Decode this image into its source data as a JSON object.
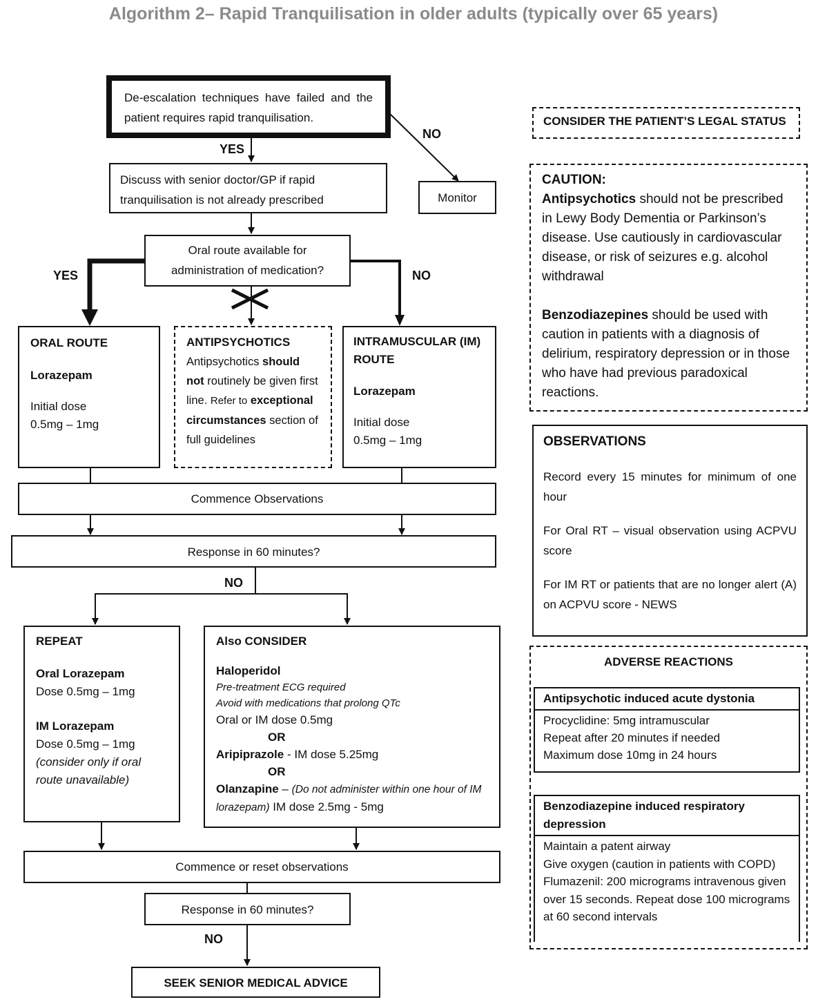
{
  "title": "Algorithm 2– Rapid Tranquilisation in older adults (typically over 65 years)",
  "flow": {
    "start": "De-escalation techniques have failed and the patient requires rapid tranquilisation.",
    "yes1": "YES",
    "no1": "NO",
    "monitor": "Monitor",
    "discuss": "Discuss with senior doctor/GP if rapid tranquilisation is not already prescribed",
    "oral_question": "Oral route available for administration of medication?",
    "yes2": "YES",
    "no2": "NO",
    "oral_route": {
      "heading": "ORAL ROUTE",
      "drug": "Lorazepam",
      "dose_label": "Initial dose",
      "dose": "0.5mg – 1mg"
    },
    "antipsychotics": {
      "heading": "ANTIPSYCHOTICS",
      "t1": "Antipsychotics ",
      "t2": "should not",
      "t3": " routinely be given first line. ",
      "t4": "Refer to",
      "t5": "exceptional circumstances",
      "t6": " section of full guidelines"
    },
    "im_route": {
      "heading": "INTRAMUSCULAR (IM) ROUTE",
      "drug": "Lorazepam",
      "dose_label": "Initial dose",
      "dose": "0.5mg – 1mg"
    },
    "commence_obs": "Commence Observations",
    "response1": "Response in 60 minutes?",
    "no3": "NO",
    "repeat": {
      "heading": "REPEAT",
      "oral_heading": "Oral Lorazepam",
      "oral_dose": "Dose 0.5mg – 1mg",
      "im_heading": "IM Lorazepam",
      "im_dose": "Dose 0.5mg – 1mg",
      "note": "(consider only if oral route unavailable)"
    },
    "consider": {
      "heading": "Also CONSIDER",
      "haloperidol": "Haloperidol",
      "ecg": "Pre-treatment ECG required",
      "avoid": "Avoid with medications that prolong QTc",
      "oral_im": "Oral or IM dose 0.5mg",
      "or1": "OR",
      "aripiprazole": "Aripiprazole",
      "aripiprazole_dose": " - IM dose 5.25mg",
      "or2": "OR",
      "olanzapine": "Olanzapine",
      "olanzapine_dash": " – ",
      "olanzapine_note": "(Do not administer within one hour of IM lorazepam)",
      "olanzapine_dose": " IM dose 2.5mg - 5mg"
    },
    "commence_reset": "Commence or reset observations",
    "response2": "Response in 60 minutes?",
    "no4": "NO",
    "seek": "SEEK SENIOR MEDICAL ADVICE"
  },
  "side": {
    "legal": "CONSIDER THE PATIENT’S LEGAL STATUS",
    "caution": {
      "heading": "CAUTION:",
      "antipsychotics_bold": "Antipsychotics",
      "antipsychotics_text": " should not be prescribed in Lewy Body Dementia or Parkinson’s disease.  Use cautiously in cardiovascular disease, or risk of seizures e.g. alcohol withdrawal",
      "benzo_bold": "Benzodiazepines",
      "benzo_text": " should be used with caution in patients with a diagnosis of delirium, respiratory depression or in those who have had previous paradoxical reactions."
    },
    "observations": {
      "heading": "OBSERVATIONS",
      "p1": "Record every 15 minutes for minimum of one hour",
      "p2": "For Oral RT – visual observation using ACPVU score",
      "p3": "For IM RT or patients that are no longer alert (A) on ACPVU score - NEWS"
    },
    "adverse": {
      "heading": "ADVERSE REACTIONS",
      "dystonia_heading": "Antipsychotic induced acute dystonia",
      "dystonia_lines": [
        "Procyclidine: 5mg intramuscular",
        "Repeat after 20 minutes if needed",
        "Maximum dose 10mg in 24 hours"
      ],
      "resp_heading": "Benzodiazepine induced respiratory depression",
      "resp_lines": [
        "Maintain a patent airway",
        "Give oxygen (caution in patients with COPD)",
        "Flumazenil: 200 micrograms intravenous given over 15 seconds. Repeat dose 100 micrograms at 60 second intervals"
      ]
    }
  }
}
